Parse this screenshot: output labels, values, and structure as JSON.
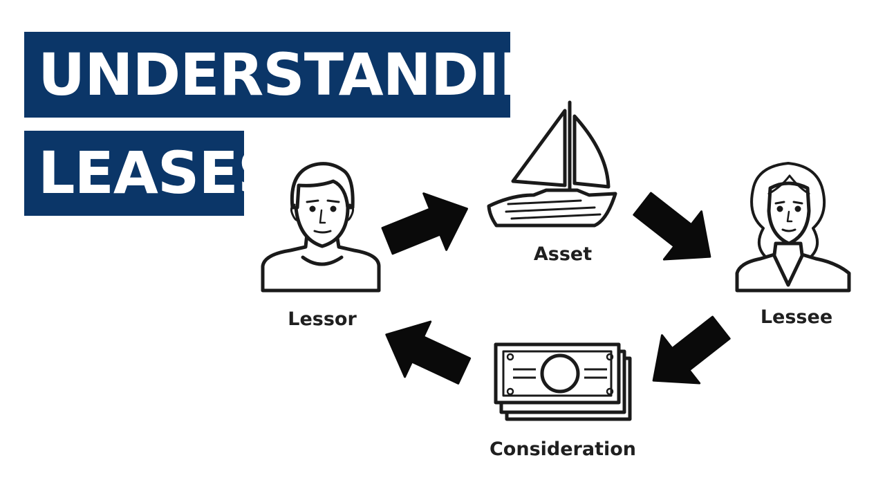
{
  "title": {
    "line1": "UNDERSTANDING",
    "line2": "LEASES"
  },
  "colors": {
    "title_background": "#0b3668",
    "title_text": "#ffffff",
    "ink": "#1a1a1a"
  },
  "nodes": {
    "lessor": {
      "label": "Lessor",
      "icon": "man-icon"
    },
    "asset": {
      "label": "Asset",
      "icon": "sailboat-icon"
    },
    "lessee": {
      "label": "Lessee",
      "icon": "woman-icon"
    },
    "consideration": {
      "label": "Consideration",
      "icon": "banknotes-icon"
    }
  },
  "flows": [
    {
      "from": "lessor",
      "to": "asset"
    },
    {
      "from": "asset",
      "to": "lessee"
    },
    {
      "from": "lessee",
      "to": "consideration"
    },
    {
      "from": "consideration",
      "to": "lessor"
    }
  ]
}
